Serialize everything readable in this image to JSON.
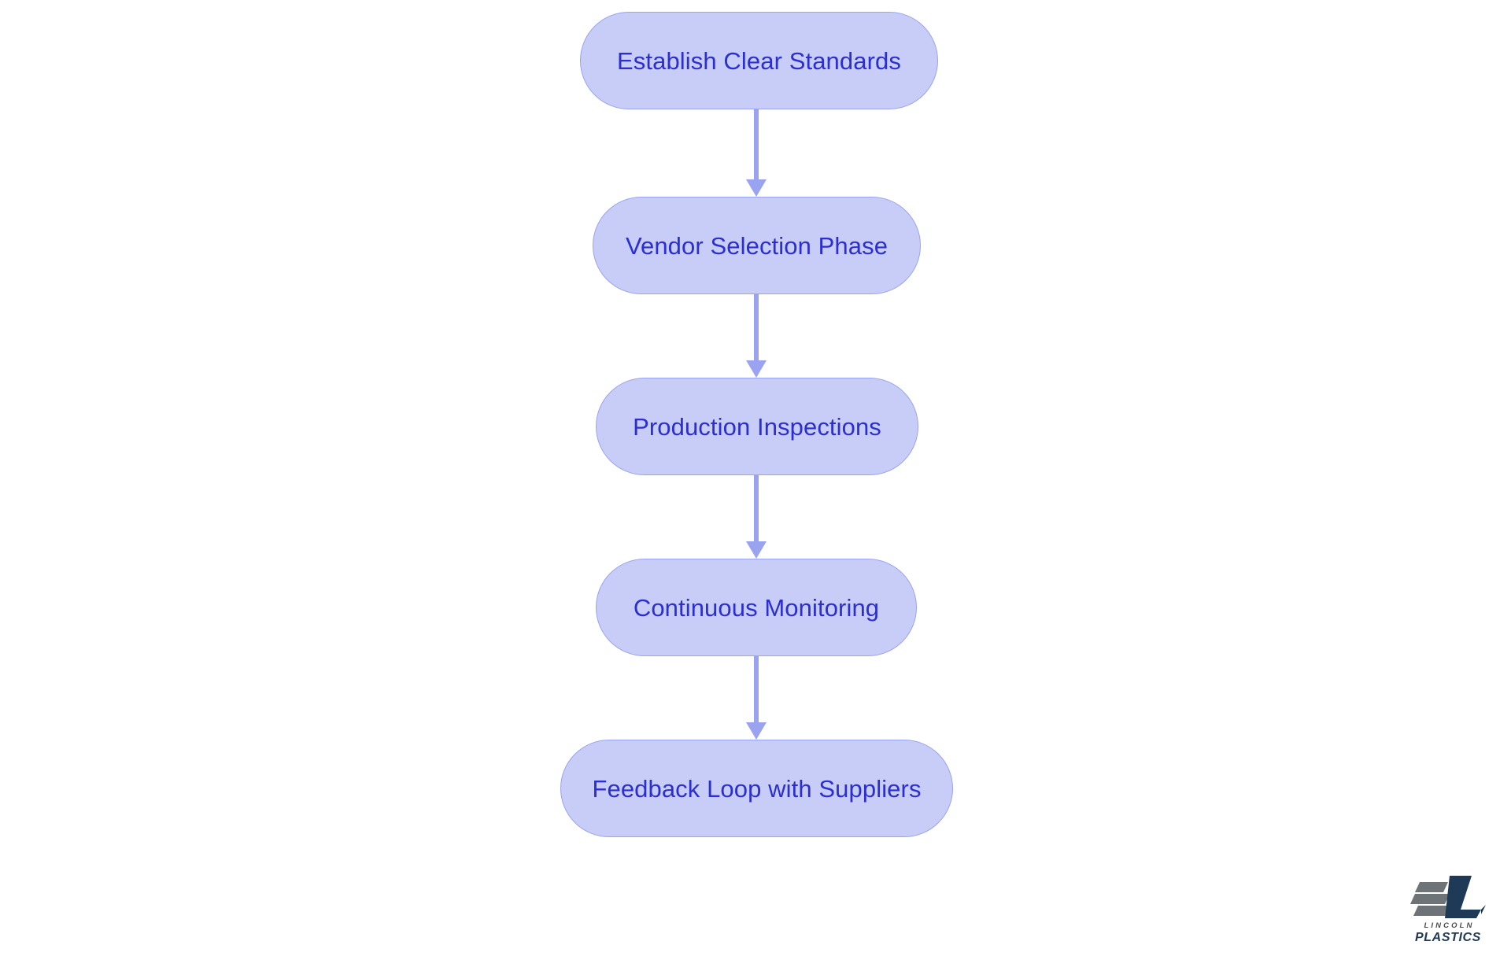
{
  "diagram": {
    "type": "flowchart",
    "direction": "top-to-bottom",
    "background_color": "#ffffff",
    "node_fill_color": "#c8cdf7",
    "node_border_color": "#9aa3f0",
    "node_text_color": "#2b2ed0",
    "connector_color": "#9aa3f0",
    "nodes": [
      {
        "id": "n1",
        "label": "Establish Clear Standards"
      },
      {
        "id": "n2",
        "label": "Vendor Selection Phase"
      },
      {
        "id": "n3",
        "label": "Production Inspections"
      },
      {
        "id": "n4",
        "label": "Continuous Monitoring"
      },
      {
        "id": "n5",
        "label": "Feedback Loop with Suppliers"
      }
    ],
    "edges": [
      {
        "from": "n1",
        "to": "n2",
        "arrow": "down-arrow-icon"
      },
      {
        "from": "n2",
        "to": "n3",
        "arrow": "down-arrow-icon"
      },
      {
        "from": "n3",
        "to": "n4",
        "arrow": "down-arrow-icon"
      },
      {
        "from": "n4",
        "to": "n5",
        "arrow": "down-arrow-icon"
      }
    ]
  },
  "logo": {
    "name": "lincoln-plastics-logo",
    "line1": "LINCOLN",
    "line2": "PLASTICS",
    "mark_color_dark": "#1f3a56",
    "mark_color_gray": "#6e7377",
    "text_color_top": "#4b4b4b",
    "text_color_bottom": "#1f3a56"
  }
}
